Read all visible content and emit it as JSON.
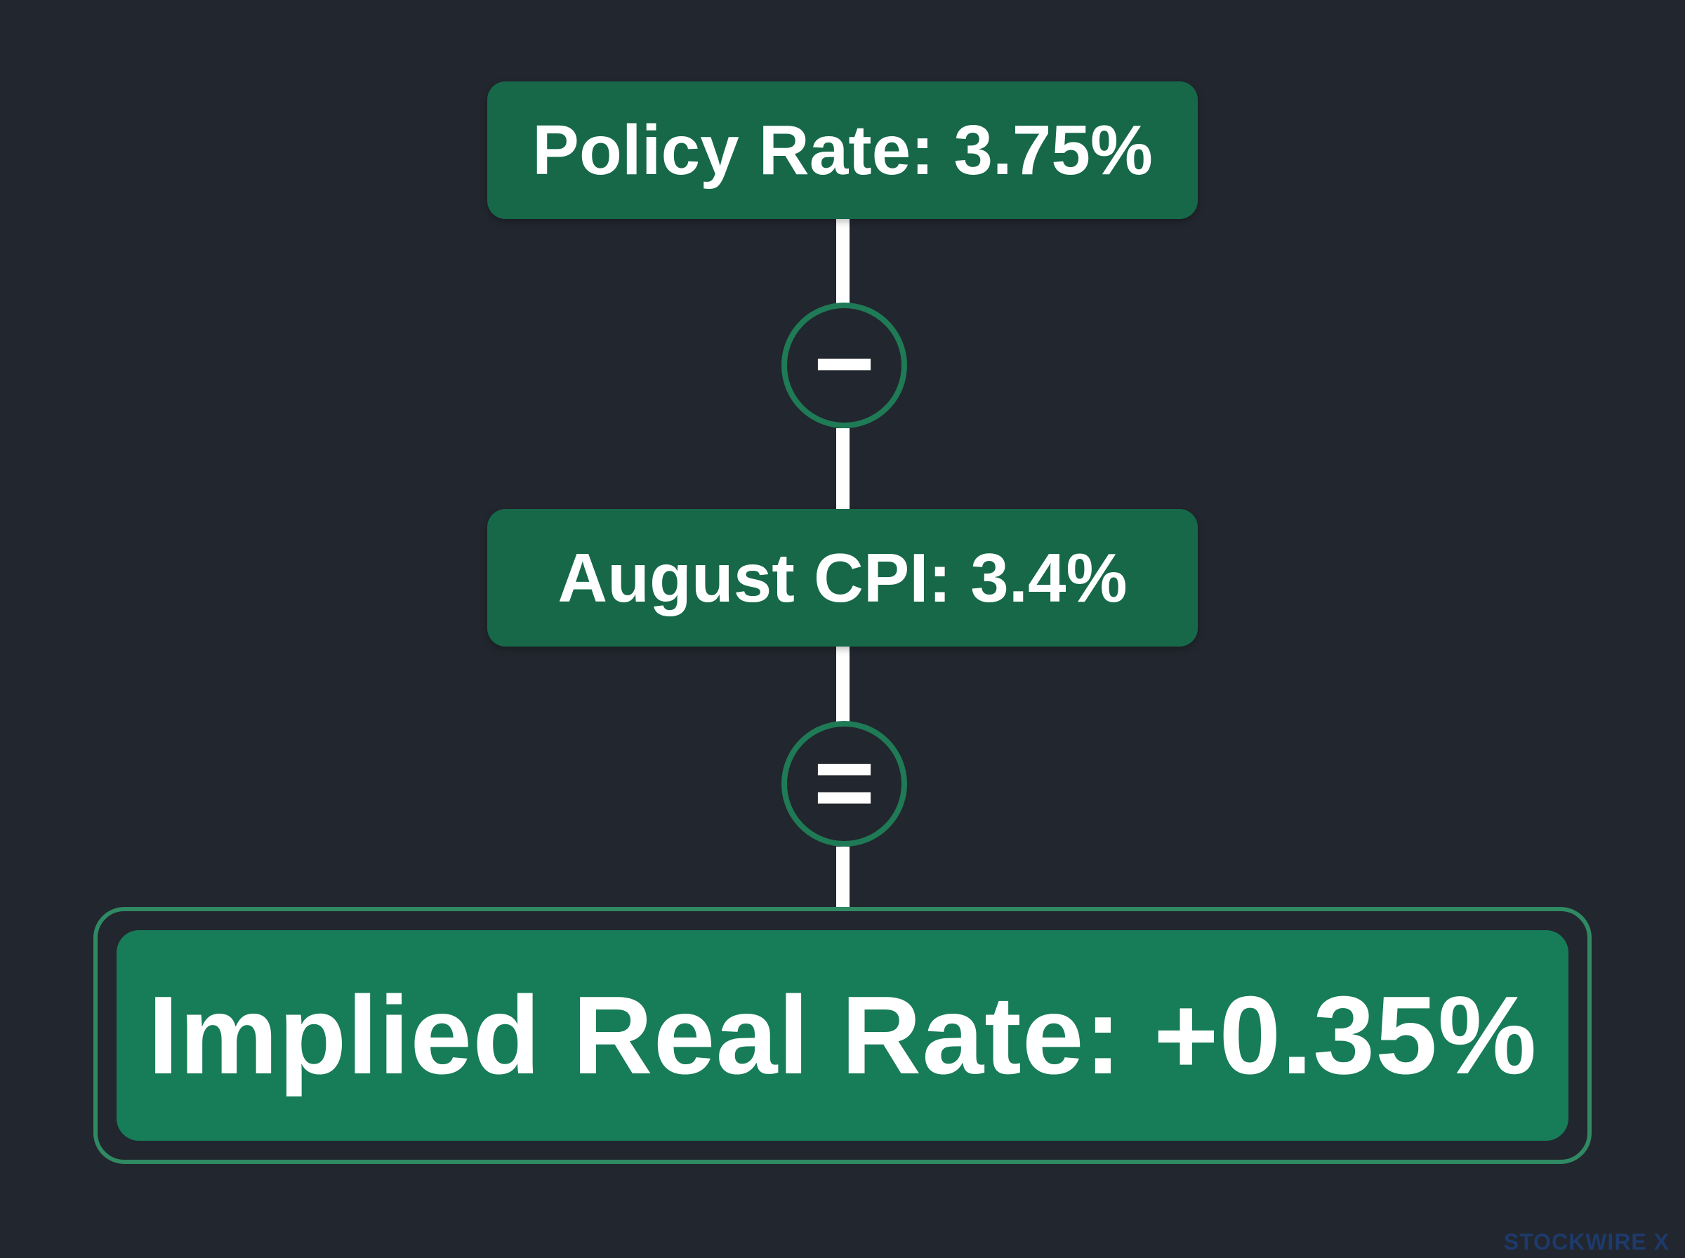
{
  "diagram": {
    "policy_rate_label": "Policy Rate: 3.75%",
    "minus_symbol": "−",
    "cpi_label": "August CPI: 3.4%",
    "equals_symbol": "=",
    "result_label": "Implied Real Rate: +0.35%"
  },
  "watermark": {
    "text": "STOCKWIRE X"
  },
  "colors": {
    "background": "#22262e",
    "box_green": "#166849",
    "result_green": "#177c58",
    "result_border": "#2f8a63",
    "connector": "#ffffff"
  }
}
